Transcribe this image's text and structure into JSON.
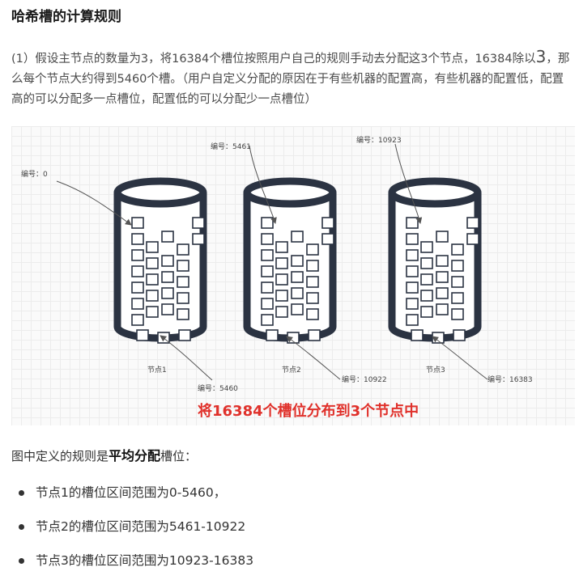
{
  "title": "哈希槽的计算规则",
  "intro": {
    "part1": "(1）假设主节点的数量为3，将16384个槽位按照用户自己的规则手动去分配这3个节点，16384除以",
    "big3": "3",
    "part2": "，那么每个节点大约得到5460个槽。（用户自定义分配的原因在于有些机器的配置高，有些机器的配置低，配置高的可以分配多一点槽位，配置低的可以分配少一点槽位）"
  },
  "diagram": {
    "nodes": [
      {
        "name": "节点1",
        "start_label": "编号：0",
        "end_label": "编号：5460"
      },
      {
        "name": "节点2",
        "start_label": "编号：5461",
        "end_label": "编号：10922"
      },
      {
        "name": "节点3",
        "start_label": "编号：10923",
        "end_label": "编号：16383"
      }
    ],
    "banner": "将16384个槽位分布到3个节点中",
    "colors": {
      "cylinder": "#2b3342",
      "banner": "#e0312b",
      "arrow": "#555555"
    }
  },
  "caption": {
    "prefix": "图中定义的规则是",
    "emphasis": "平均分配",
    "suffix": "槽位："
  },
  "bullets": [
    "节点1的槽位区间范围为0-5460，",
    "节点2的槽位区间范围为5461-10922",
    "节点3的槽位区间范围为10923-16383"
  ]
}
